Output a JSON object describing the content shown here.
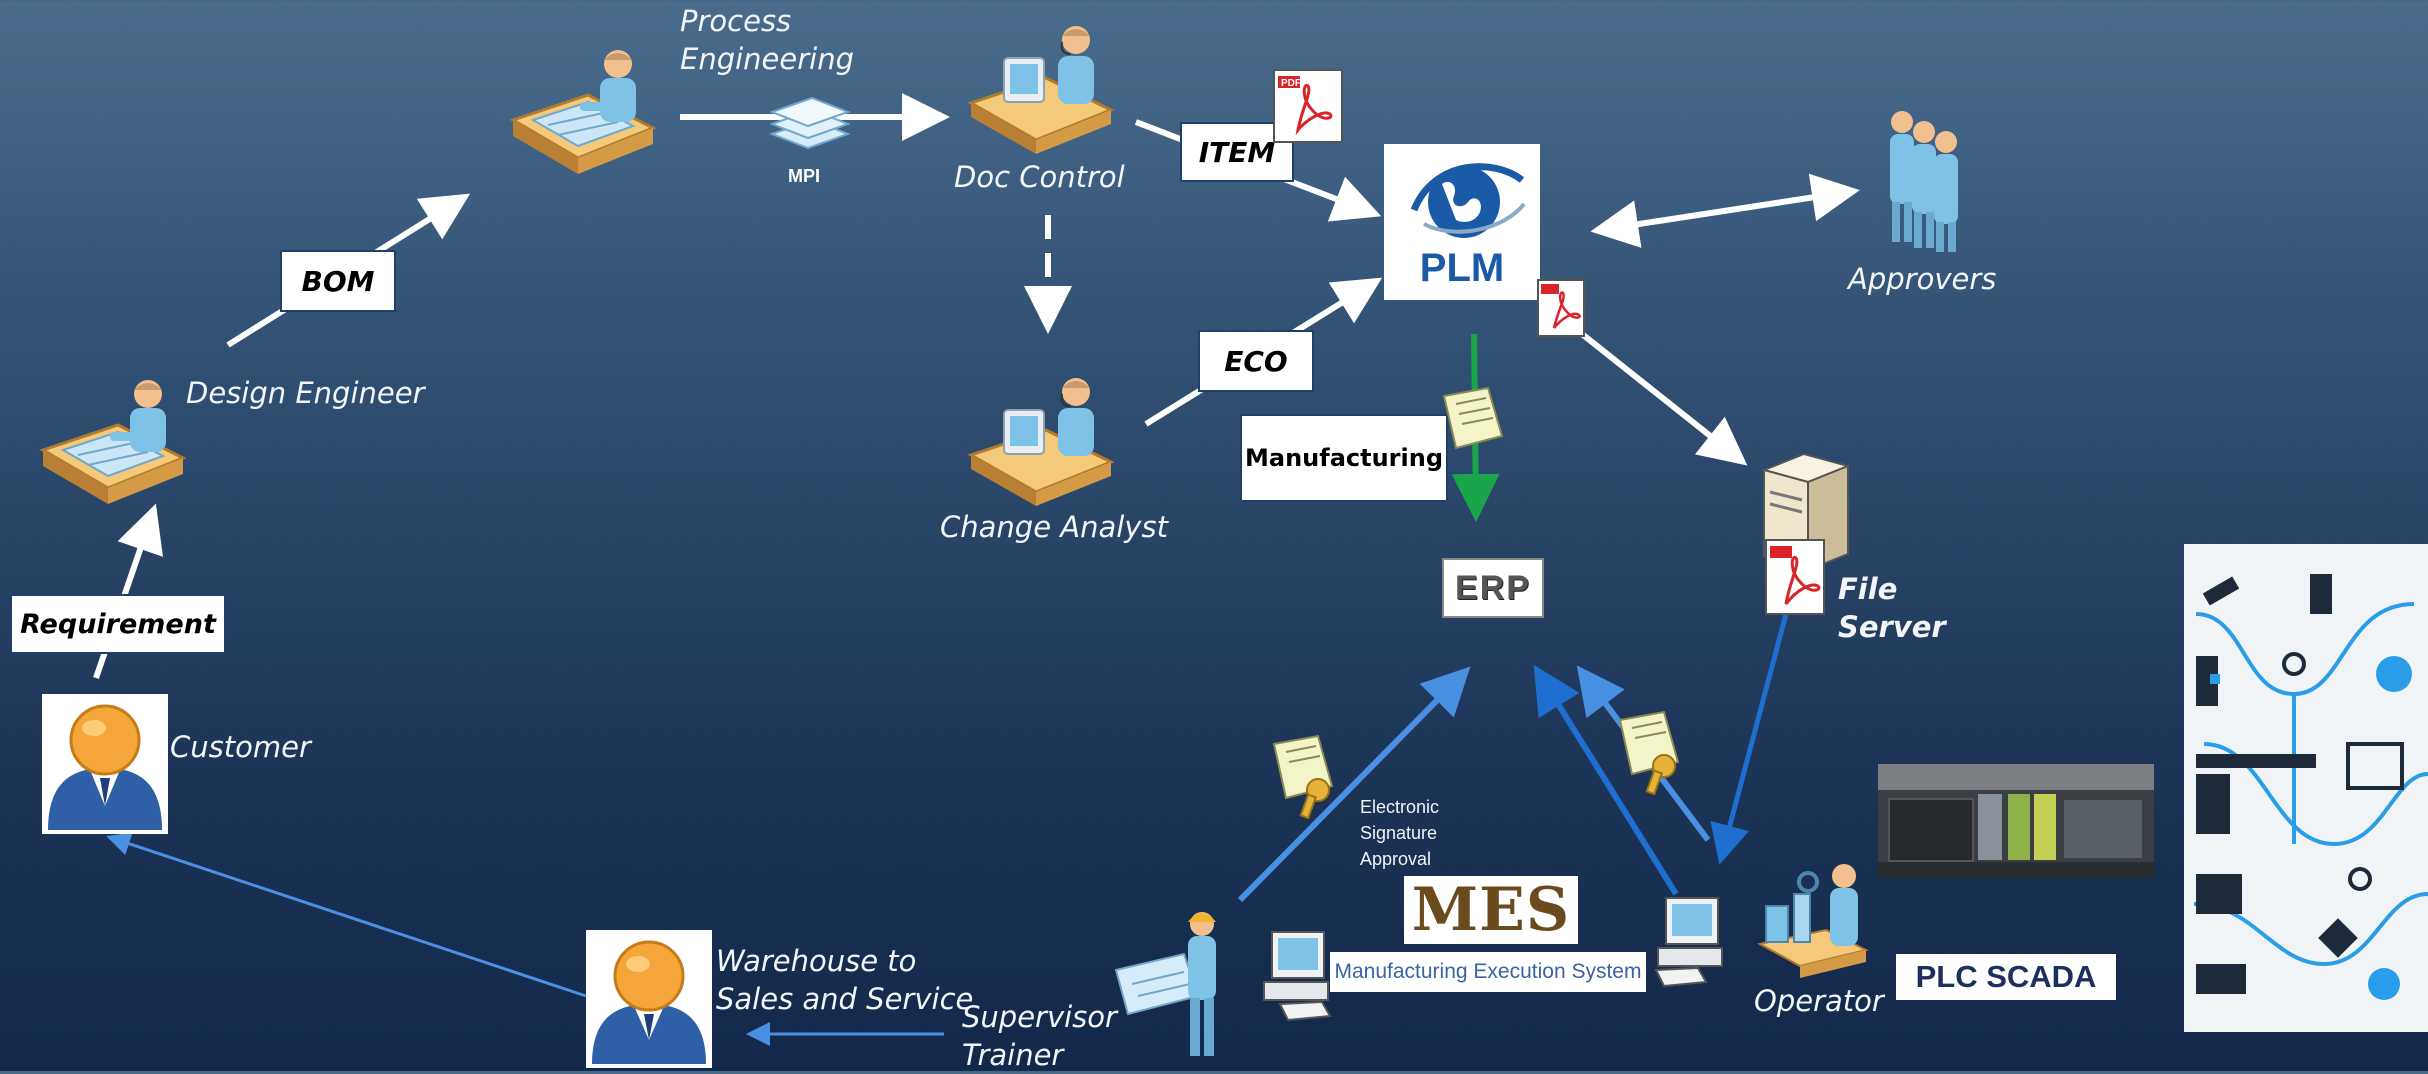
{
  "labels": {
    "process_engineering": [
      "Process",
      "Engineering"
    ],
    "mpi": "MPI",
    "doc_control": "Doc Control",
    "item": "ITEM",
    "bom": "BOM",
    "design_engineer": "Design Engineer",
    "change_analyst": "Change Analyst",
    "eco": "ECO",
    "plm": "PLM",
    "approvers": "Approvers",
    "manufacturing": "Manufacturing",
    "erp": "ERP",
    "file_server": [
      "File",
      "Server"
    ],
    "requirement": "Requirement",
    "customer": "Customer",
    "electronic_signature": [
      "Electronic",
      "Signature",
      "Approval"
    ],
    "mes": "MES",
    "mes_full": "Manufacturing Execution System",
    "warehouse": [
      "Warehouse to",
      "Sales and Service"
    ],
    "supervisor": [
      "Supervisor",
      "Trainer"
    ],
    "operator": "Operator",
    "plc_scada": "PLC SCADA",
    "pdf": "PDF"
  },
  "icons": [
    "engineer-at-drafting-table-icon",
    "document-stack-icon",
    "operator-at-computer-icon",
    "pdf-file-icon",
    "globe-icon",
    "approver-group-icon",
    "file-server-icon",
    "customer-avatar-icon",
    "certified-document-icon",
    "workstation-icon",
    "iot-panel-icon"
  ],
  "colors": {
    "arrow_white": "#ffffff",
    "arrow_green": "#1aa54a",
    "arrow_blue_light": "#4a90e2",
    "arrow_blue_dark": "#1f6fd1",
    "mes_brown": "#6b4a1d",
    "plc_navy": "#1d2f5e"
  }
}
